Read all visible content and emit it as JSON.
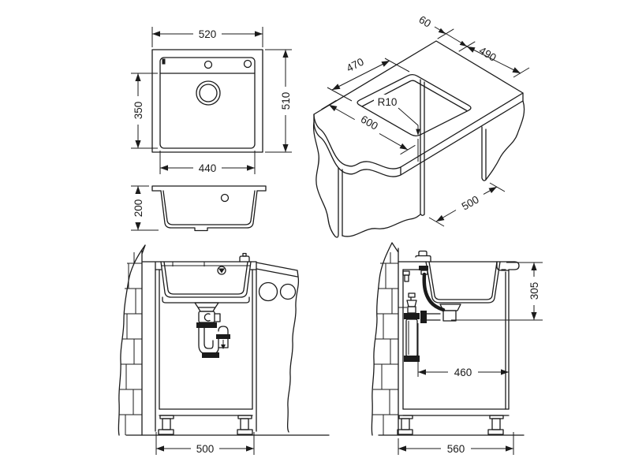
{
  "document": {
    "type": "technical-drawing",
    "subject": "Kitchen sink dimensional and installation drawing",
    "unit": "mm",
    "colors": {
      "ink": "#1b1b1b",
      "paper": "#ffffff"
    }
  },
  "views": {
    "plan": {
      "overall_width": "520",
      "overall_depth": "510",
      "bowl_depth": "350",
      "bowl_width": "440"
    },
    "section": {
      "bowl_height": "200"
    },
    "isometric": {
      "back_edge_offset": "60",
      "cutout_length": "490",
      "cutout_width": "470",
      "corner_radius": "R10",
      "worktop_depth": "600",
      "cabinet_depth": "500"
    },
    "front_installation": {
      "cabinet_width": "500"
    },
    "side_installation": {
      "rim_to_trap_height": "305",
      "trap_to_front_distance": "460",
      "cabinet_depth": "560"
    }
  }
}
